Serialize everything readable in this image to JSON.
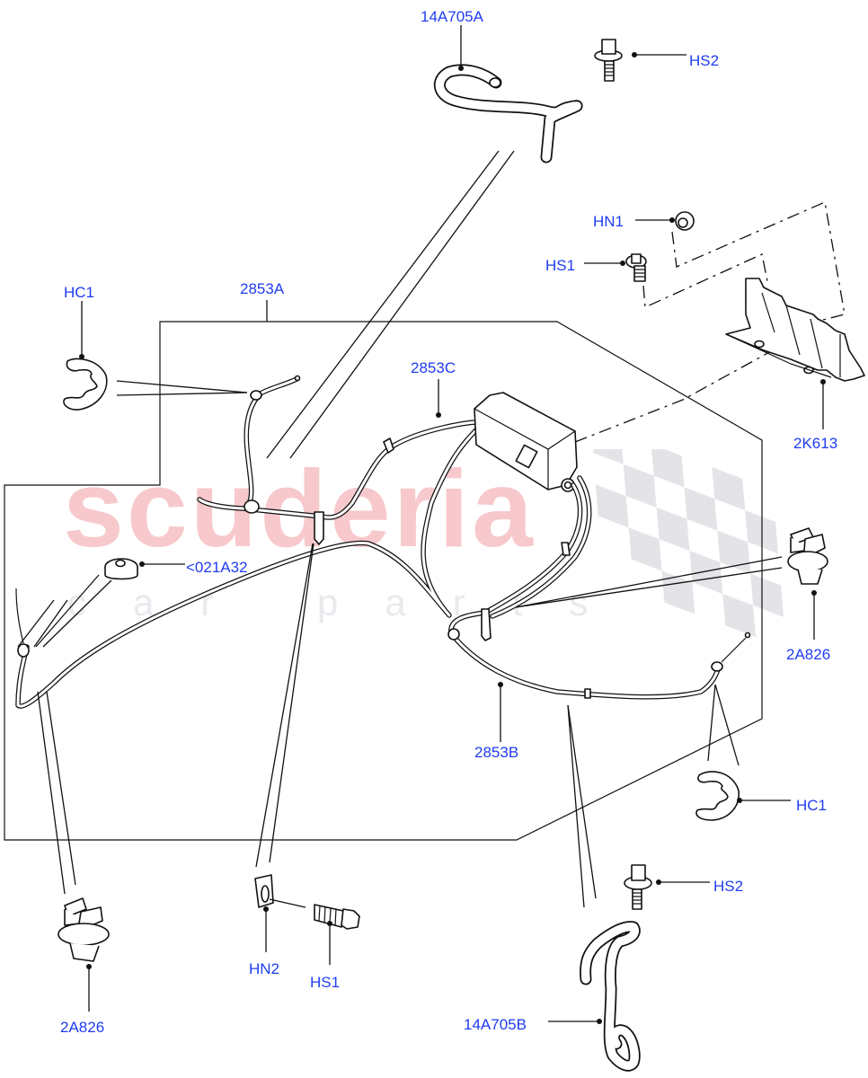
{
  "watermark": {
    "main": "scuderia",
    "sub": "car parts",
    "main_color": "#f7c9cc",
    "sub_color": "#e9e9ee"
  },
  "label_color": "#1f3cf0",
  "labels": {
    "hose_a": "14A705A",
    "bolt_top": "HS2",
    "nut_hn1": "HN1",
    "bolt_hs1_top": "HS1",
    "clip_left": "HC1",
    "cable_front": "2853A",
    "cable_actuator": "2853C",
    "bracket": "2K613",
    "grommet": "<021A32",
    "retainer_right": "2A826",
    "cable_rear": "2853B",
    "clip_right": "HC1",
    "retainer_left": "2A826",
    "nut_hn2": "HN2",
    "bolt_hs1_bottom": "HS1",
    "bolt_bottom": "HS2",
    "hose_b": "14A705B"
  }
}
